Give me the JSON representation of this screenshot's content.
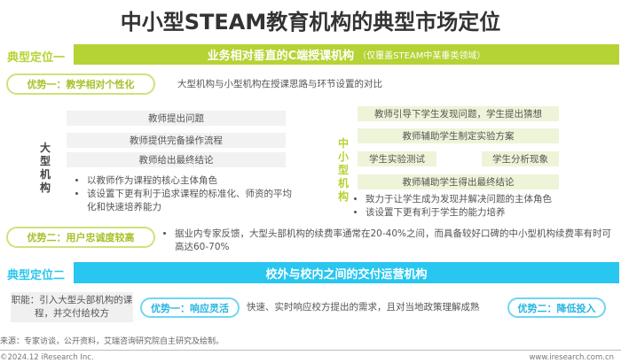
{
  "title": "中小型STEAM教育机构的典型市场定位",
  "colors": {
    "green": "#b5d334",
    "blue": "#29c6ef"
  },
  "position1": {
    "label": "典型定位一",
    "bar_title": "业务相对垂直的C端授课机构",
    "bar_note": "（仅覆盖STEAM中某垂类领域）",
    "adv1": {
      "label": "优势一：教学相对个性化",
      "desc": "大型机构与小型机构在授课思路与环节设置的对比"
    },
    "large": {
      "label": "大型机构",
      "steps": [
        "教师提出问题",
        "教师提供完备操作流程",
        "教师给出最终结论"
      ],
      "bullets": [
        "以教师作为课程的核心主体角色",
        "该设置下更有利于追求课程的标准化、师资的平均化和快速培养能力"
      ]
    },
    "small": {
      "label": "中小型机构",
      "steps": [
        "教师引导下学生发现问题，学生提出猜想",
        "教师辅助学生制定实验方案",
        "学生实验测试",
        "学生分析现象",
        "教师辅助学生得出最终结论"
      ],
      "bullets": [
        "致力于让学生成为发现并解决问题的主体角色",
        "该设置下更有利于学生的能力培养"
      ]
    },
    "adv2": {
      "label": "优势二：用户忠诚度较高",
      "desc": "据业内专家反馈，大型头部机构的续费率通常在20-40%之间，而具备较好口碑的中小型机构续费率有时可高达60-70%"
    }
  },
  "position2": {
    "label": "典型定位二",
    "bar_title": "校外与校内之间的交付运营机构",
    "function": "职能：引入大型头部机构的课程，并交付给校方",
    "adv1": {
      "label": "优势一：响应灵活",
      "desc": "快速、实时响应校方提出的需求，且对当地政策理解成熟"
    },
    "adv2": {
      "label": "优势二：降低投入"
    }
  },
  "source": "来源：专家访谈，公开资料，艾瑞咨询研究院自主研究及绘制。",
  "footer": {
    "copyright": "©2024.12 iResearch Inc.",
    "url": "www.iresearch.com.cn"
  }
}
